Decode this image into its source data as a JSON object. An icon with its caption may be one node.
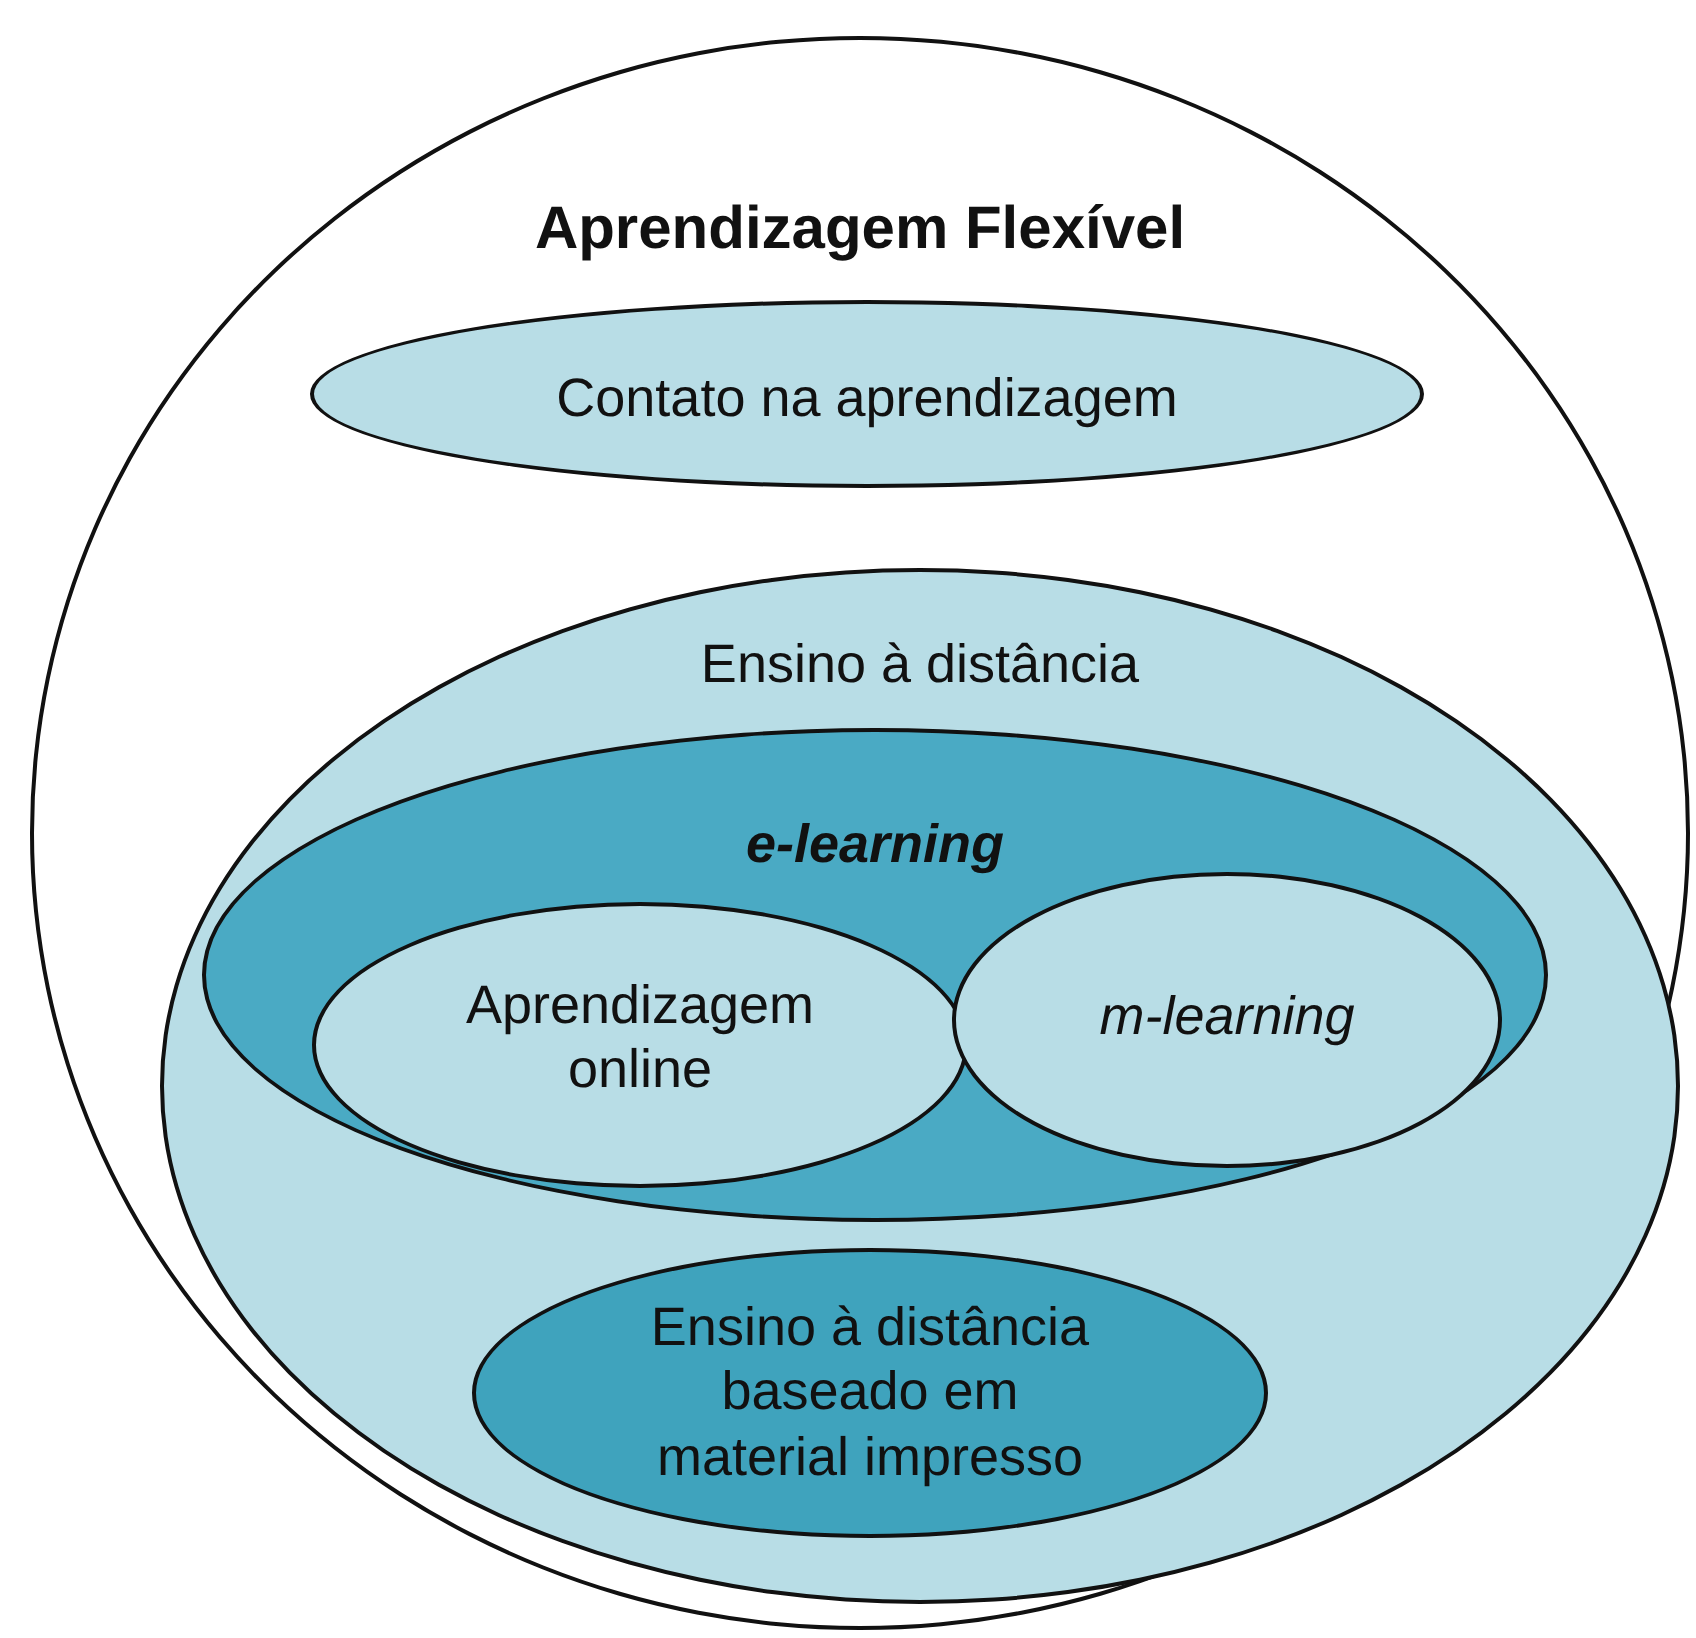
{
  "diagram": {
    "nodes": [
      {
        "text": [
          "Aprendizagem Flexível"
        ]
      },
      {
        "text": [
          "Contato na aprendizagem"
        ],
        "in": 0
      },
      {
        "text": [
          "Ensino à distância"
        ],
        "in": 0
      },
      {
        "text": [
          "e-learning"
        ],
        "in": 2
      },
      {
        "text": [
          "Aprendizagem online"
        ],
        "in": 3
      },
      {
        "text": [
          "m-learning"
        ],
        "in": 3
      },
      {
        "text": [
          "Ensino à distância baseado em material impresso"
        ],
        "in": 2
      }
    ]
  }
}
